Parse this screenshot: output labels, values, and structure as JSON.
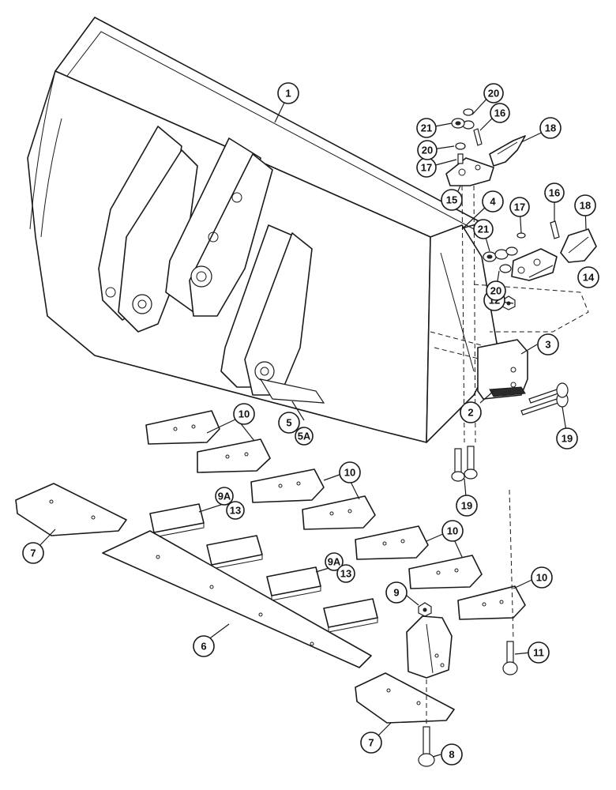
{
  "diagram": {
    "callouts": {
      "c1": "1",
      "c2": "2",
      "c3": "3",
      "c4": "4",
      "c5": "5",
      "c5a": "5A",
      "c6": "6",
      "c7a": "7",
      "c7b": "7",
      "c8": "8",
      "c9": "9",
      "c9a_1": "9A",
      "c9a_2": "9A",
      "c10_1": "10",
      "c10_2": "10",
      "c10_3": "10",
      "c10_4": "10",
      "c11": "11",
      "c12": "12",
      "c13_1": "13",
      "c13_2": "13",
      "c14": "14",
      "c15": "15",
      "c16_1": "16",
      "c16_2": "16",
      "c17_1": "17",
      "c17_2": "17",
      "c18_1": "18",
      "c18_2": "18",
      "c19_1": "19",
      "c19_2": "19",
      "c20_1": "20",
      "c20_2": "20",
      "c20_3": "20",
      "c21_1": "21",
      "c21_2": "21"
    }
  }
}
